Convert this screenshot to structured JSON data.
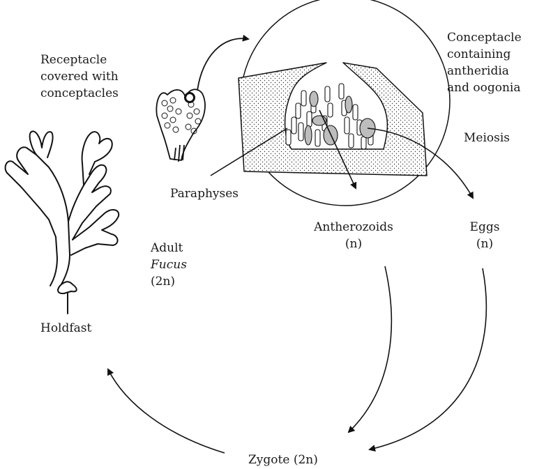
{
  "labels": {
    "receptacle": [
      "Receptacle",
      "covered with",
      "conceptacles"
    ],
    "conceptacle": [
      "Conceptacle",
      "containing",
      "antheridia",
      "and oogonia"
    ],
    "meiosis": "Meiosis",
    "paraphyses": "Paraphyses",
    "antherozoids": "Antherozoids",
    "antherozoids_ploidy": "(n)",
    "eggs": "Eggs",
    "eggs_ploidy": "(n)",
    "adult": "Adult",
    "fucus": "Fucus",
    "adult_ploidy": "(2n)",
    "holdfast": "Holdfast",
    "zygote": "Zygote (2n)"
  }
}
